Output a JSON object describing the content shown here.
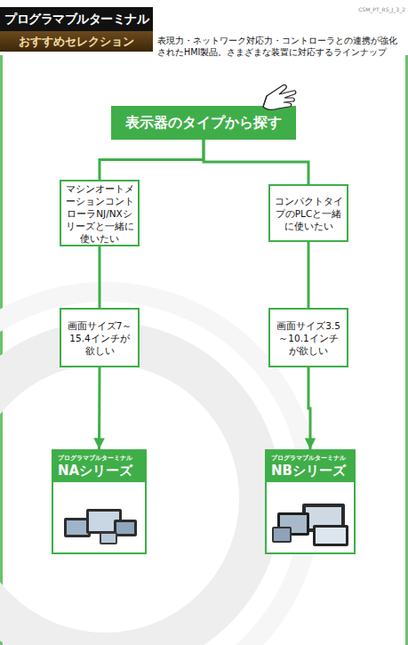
{
  "diagram": {
    "nodes": [
      {
        "text": [
          "プログラマブルターミナル"
        ]
      },
      {
        "text": [
          "おすすめセレクション"
        ]
      },
      {
        "text": [
          "表示器のタイプから探す"
        ]
      },
      {
        "text": [
          "マシンオートメーションコントローラNJ/NXシリーズと一緒に使いたい"
        ]
      },
      {
        "text": [
          "コンパクトタイプのPLCと一緒に使いたい"
        ]
      },
      {
        "text": [
          "画面サイズ7～15.4インチが欲しい"
        ]
      },
      {
        "text": [
          "画面サイズ3.5～10.1インチが欲しい"
        ]
      },
      {
        "text": [
          "プログラマブルターミナル",
          "NAシリーズ"
        ]
      },
      {
        "text": [
          "プログラマブルターミナル",
          "NBシリーズ"
        ]
      }
    ],
    "edges": [
      {
        "from": 2,
        "to": 3,
        "arrow": "none"
      },
      {
        "from": 2,
        "to": 4,
        "arrow": "none"
      },
      {
        "from": 3,
        "to": 5,
        "arrow": "none"
      },
      {
        "from": 4,
        "to": 6,
        "arrow": "none"
      },
      {
        "from": 5,
        "to": 7,
        "arrow": "to"
      },
      {
        "from": 6,
        "to": 8,
        "arrow": "to"
      }
    ],
    "labels": [
      "CSM_PT_RS_J_3_2",
      "表現力・ネットワーク対応力・コントローラとの連携が強化されたHMI製品。さまざまな装置に対応するラインナップ"
    ]
  }
}
